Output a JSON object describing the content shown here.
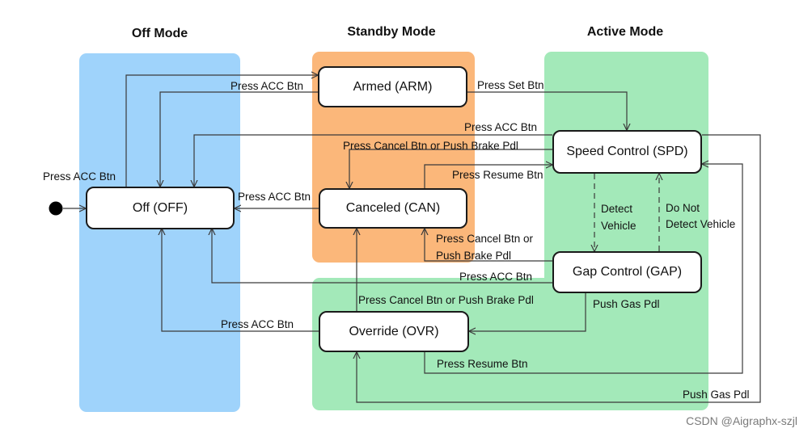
{
  "modes": {
    "off": "Off Mode",
    "standby": "Standby Mode",
    "active": "Active Mode"
  },
  "colors": {
    "off_region": "#9fd3fb",
    "standby_region": "#fbb77a",
    "active_region": "#a3e9b9",
    "line": "#3a3a3a"
  },
  "states": {
    "off": "Off (OFF)",
    "armed": "Armed (ARM)",
    "canceled": "Canceled (CAN)",
    "override": "Override (OVR)",
    "speed": "Speed Control (SPD)",
    "gap": "Gap Control (GAP)"
  },
  "transitions": {
    "init_to_off": "Press ACC Btn",
    "off_to_armed": "Press ACC Btn",
    "armed_to_speed": "Press Set Btn",
    "speed_to_off": "Press ACC Btn",
    "speed_to_canceled": "Press Cancel Btn or Push Brake Pdl",
    "canceled_to_speed": "Press Resume Btn",
    "canceled_to_off": "Press ACC Btn",
    "gap_to_canceled_line1": "Press Cancel Btn or",
    "gap_to_canceled_line2": "Push Brake Pdl",
    "gap_to_off": "Press ACC Btn",
    "override_to_canceled": "Press Cancel Btn or Push Brake Pdl",
    "gap_to_override": "Push Gas Pdl",
    "override_to_off": "Press ACC Btn",
    "override_to_speed": "Press Resume Btn",
    "speed_to_override": "Push Gas Pdl",
    "detect_vehicle_line1": "Detect",
    "detect_vehicle_line2": "Vehicle",
    "no_detect_line1": "Do Not",
    "no_detect_line2": "Detect Vehicle"
  },
  "watermark": "CSDN @Aigraphx-szjl"
}
